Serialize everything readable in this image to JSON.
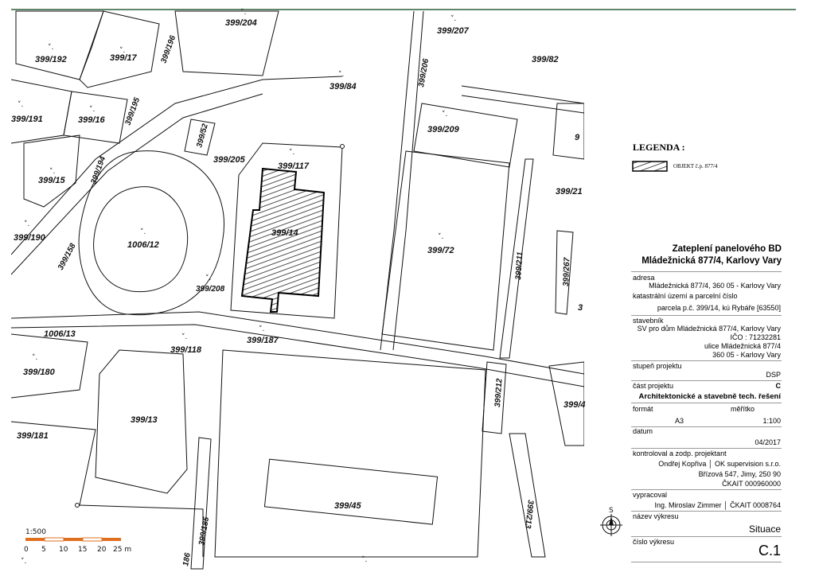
{
  "parcels": {
    "p192": "399/192",
    "p17": "399/17",
    "p196": "399/196",
    "p204": "399/204",
    "p207": "399/207",
    "p82": "399/82",
    "p206": "399/206",
    "p84": "399/84",
    "p191": "399/191",
    "p16": "399/16",
    "p195": "399/195",
    "p52": "399/52",
    "p209": "399/209",
    "p9": "9",
    "p205": "399/205",
    "p117": "399/117",
    "p15": "399/15",
    "p194": "399/194",
    "p21": "399/21",
    "p190": "399/190",
    "p158": "399/158",
    "p100612": "1006/12",
    "p14": "399/14",
    "p72": "399/72",
    "p211": "399/211",
    "p267": "399/267",
    "p208": "399/208",
    "p3": "3",
    "p100613": "1006/13",
    "p118": "399/118",
    "p187": "399/187",
    "p180": "399/180",
    "p212": "399/212",
    "p13": "399/13",
    "p4": "399/4",
    "p181": "399/181",
    "p45": "399/45",
    "p213": "399/213",
    "p185": "399/185",
    "p186": "186"
  },
  "scale": {
    "ratio": "1:500",
    "ticks": [
      "0",
      "5",
      "10",
      "15",
      "20",
      "25 m"
    ]
  },
  "north_label": "S",
  "legend": {
    "title": "LEGENDA :",
    "item": "OBJEKT č.p. 877/4"
  },
  "title_block": {
    "project_title_1": "Zateplení panelového BD",
    "project_title_2": "Mládežnická  877/4, Karlovy Vary",
    "address_label": "adresa",
    "address_value": "Mládežnická 877/4, 360 05 - Karlovy Vary",
    "cadastre_label": "katastrální území a parcelní číslo",
    "cadastre_value": "parcela p.č.  399/14, kú Rybáře [63550]",
    "builder_label": "stavebník",
    "builder_line1": "SV pro dům Mládežnická 877/4, Karlovy Vary",
    "builder_line2": "IČO : 71232281",
    "builder_line3": "ulice Mládežnická 877/4",
    "builder_line4": "360 05 - Karlovy Vary",
    "stage_label": "stupeň projektu",
    "stage_value": "DSP",
    "part_label": "část projektu",
    "part_value": "C",
    "part_name": "Architektonické a stavebně tech. řešení",
    "format_label": "formát",
    "scale_label": "měřítko",
    "format_value": "A3",
    "scale_value": "1:100",
    "date_label": "datum",
    "date_value": "04/2017",
    "checked_label": "kontroloval a zodp. projektant",
    "checked_line1": "Ondřej Kopřiva  │  OK supervision s.r.o.",
    "checked_line2": "Břízová 547, Jimy, 250 90",
    "checked_line3": "ČKAIT 000960000",
    "drawn_label": "vypracoval",
    "drawn_value": "Ing. Miroslav Zimmer  │  ČKAIT 0008764",
    "drawing_name_label": "název výkresu",
    "drawing_name_value": "Situace",
    "drawing_no_label": "číslo výkresu",
    "drawing_no_value": "C.1"
  }
}
